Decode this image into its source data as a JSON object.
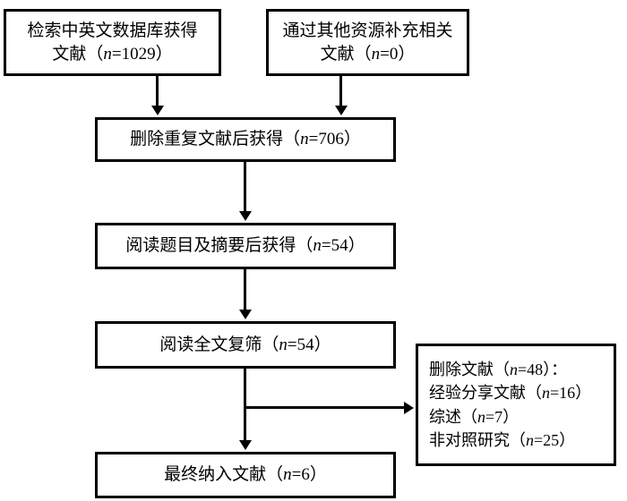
{
  "diagram": {
    "type": "prisma-flow-diagram",
    "colors": {
      "stroke": "#000000",
      "fill": "#ffffff",
      "text": "#000000"
    },
    "nodes": {
      "db_search": {
        "line1": "检索中英文数据库获得",
        "line2_prefix": "文献（",
        "line2_italic": "n",
        "line2_suffix": "=1029）"
      },
      "other_sources": {
        "line1": "通过其他资源补充相关",
        "line2_prefix": "文献（",
        "line2_italic": "n",
        "line2_suffix": "=0）"
      },
      "dedup": {
        "prefix": "删除重复文献后获得（",
        "italic": "n",
        "suffix": "=706）"
      },
      "title_abstract": {
        "prefix": "阅读题目及摘要后获得（",
        "italic": "n",
        "suffix": "=54）"
      },
      "fulltext": {
        "prefix": "阅读全文复筛（",
        "italic": "n",
        "suffix": "=54）"
      },
      "included": {
        "prefix": "最终纳入文献（",
        "italic": "n",
        "suffix": "=6）"
      },
      "excluded": {
        "line1_prefix": "删除文献（",
        "line1_italic": "n",
        "line1_suffix": "=48）：",
        "line2_prefix": "经验分享文献（",
        "line2_italic": "n",
        "line2_suffix": "=16）",
        "line3_prefix": "综述（",
        "line3_italic": "n",
        "line3_suffix": "=7）",
        "line4_prefix": "非对照研究（",
        "line4_italic": "n",
        "line4_suffix": "=25）"
      }
    },
    "counts": {
      "db_search": 1029,
      "other_sources": 0,
      "dedup": 706,
      "title_abstract": 54,
      "fulltext": 54,
      "included": 6,
      "excluded_total": 48,
      "excluded_experience_sharing": 16,
      "excluded_review": 7,
      "excluded_non_controlled": 25
    }
  }
}
